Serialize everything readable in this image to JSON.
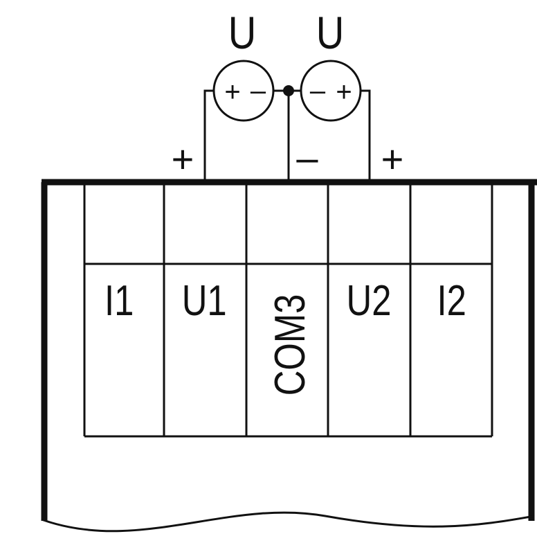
{
  "sources": [
    {
      "label": "U",
      "polarity_left": "+",
      "polarity_right": "–"
    },
    {
      "label": "U",
      "polarity_left": "–",
      "polarity_right": "+"
    }
  ],
  "wire_signs": {
    "left": "+",
    "middle": "–",
    "right": "+"
  },
  "terminals": [
    "I1",
    "U1",
    "COM3",
    "U2",
    "I2"
  ]
}
